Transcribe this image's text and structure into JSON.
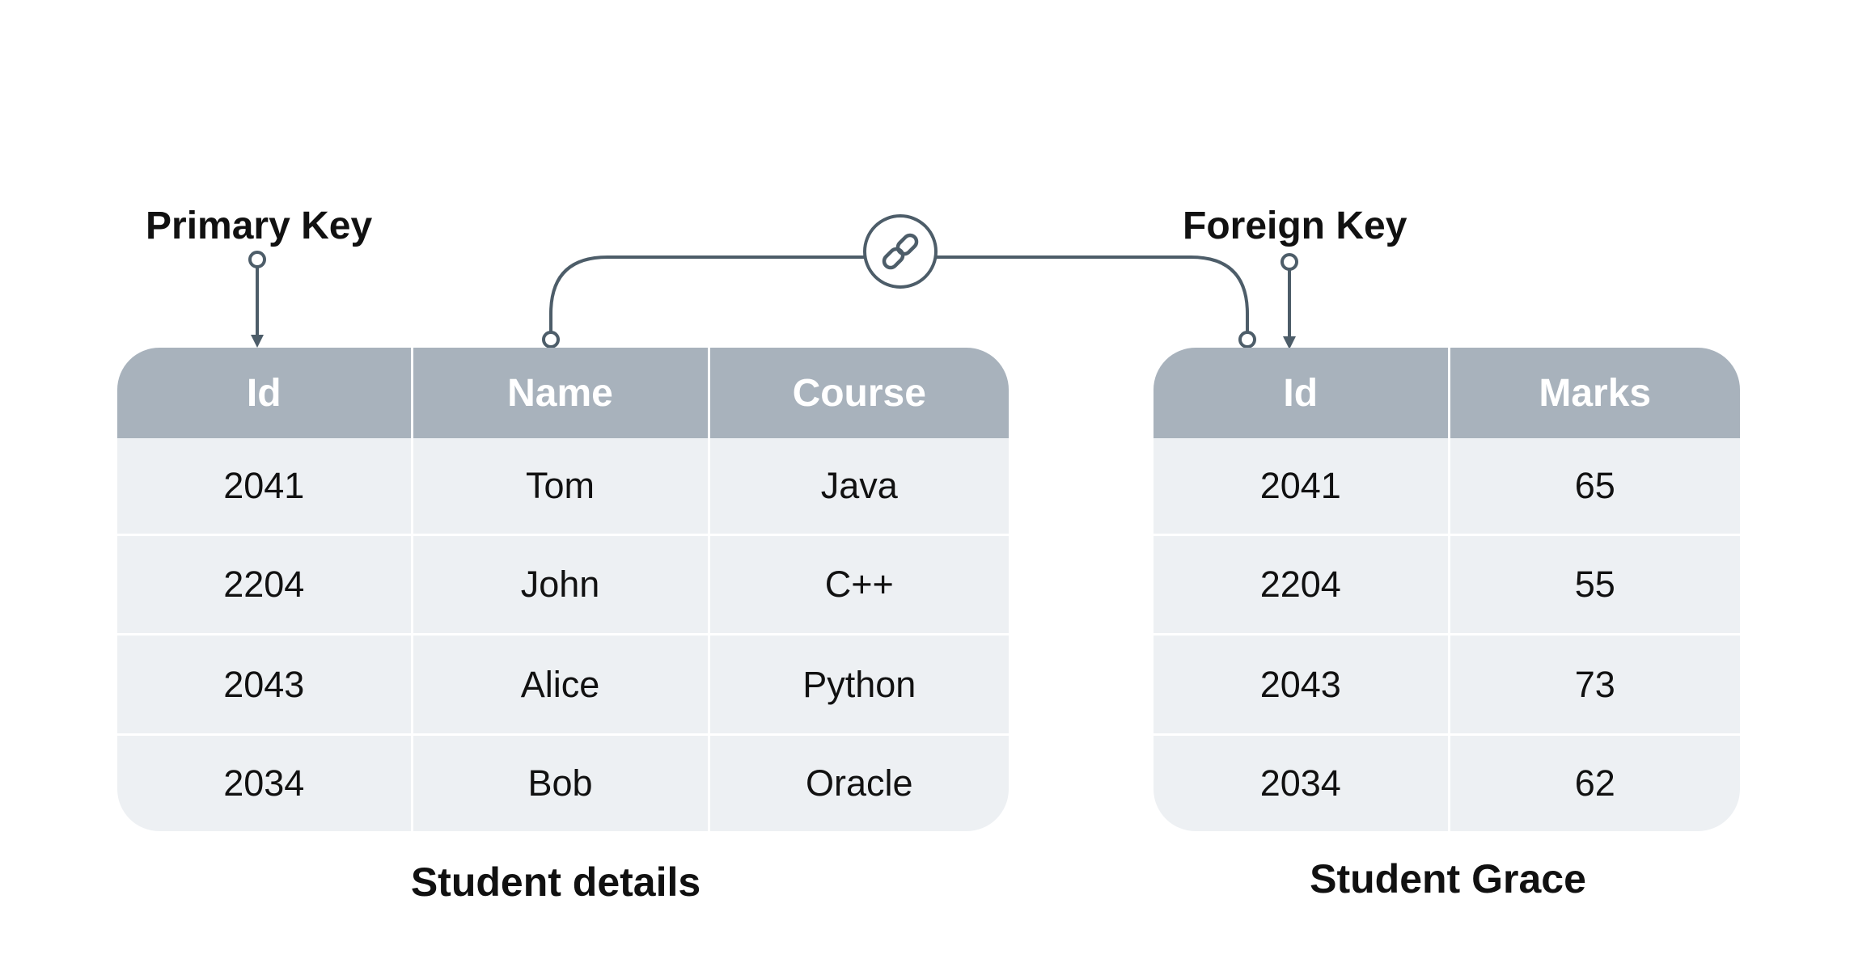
{
  "labels": {
    "primary_key": "Primary Key",
    "foreign_key": "Foreign Key"
  },
  "tables": {
    "student_details": {
      "caption": "Student details",
      "columns": [
        "Id",
        "Name",
        "Course"
      ],
      "rows": [
        [
          "2041",
          "Tom",
          "Java"
        ],
        [
          "2204",
          "John",
          "C++"
        ],
        [
          "2043",
          "Alice",
          "Python"
        ],
        [
          "2034",
          "Bob",
          "Oracle"
        ]
      ]
    },
    "student_grace": {
      "caption": "Student Grace",
      "columns": [
        "Id",
        "Marks"
      ],
      "rows": [
        [
          "2041",
          "65"
        ],
        [
          "2204",
          "55"
        ],
        [
          "2043",
          "73"
        ],
        [
          "2034",
          "62"
        ]
      ]
    }
  },
  "icons": {
    "link": "link-icon"
  },
  "colors": {
    "header_bg": "#a8b2bc",
    "body_bg": "#edf0f3",
    "connector": "#4d5d69",
    "text": "#111111"
  }
}
